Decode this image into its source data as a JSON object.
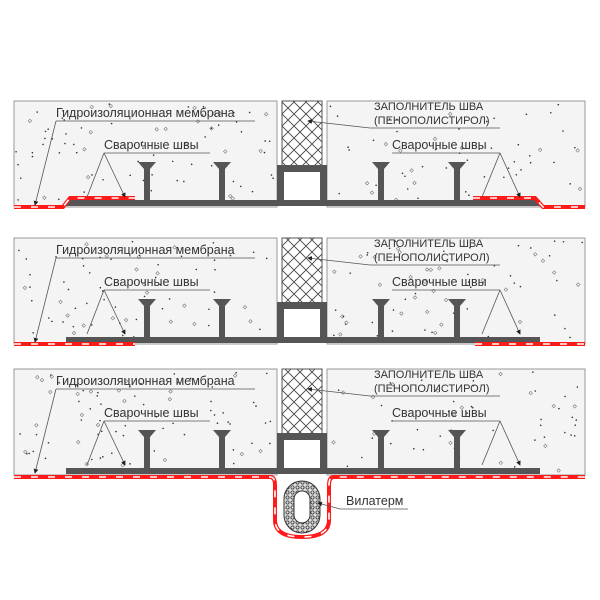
{
  "panels": [
    {
      "membrane": "Гидроизоляционная мембрана",
      "filler_line1": "ЗАПОЛНИТЕЛЬ ШВА",
      "filler_line2": "(ПЕНОПОЛИСТИРОЛ)",
      "welds_left": "Сварочные швы",
      "welds_right": "Сварочные швы",
      "variant": "overlap"
    },
    {
      "membrane": "Гидроизоляционная мембрана",
      "filler_line1": "ЗАПОЛНИТЕЛЬ ШВА",
      "filler_line2": "(ПЕНОПОЛИСТИРОЛ)",
      "welds_left": "Сварочные швы",
      "welds_right": "Сварочные швы",
      "variant": "flat"
    },
    {
      "membrane": "Гидроизоляционная мембрана",
      "filler_line1": "ЗАПОЛНИТЕЛЬ ШВА",
      "filler_line2": "(ПЕНОПОЛИСТИРОЛ)",
      "welds_left": "Сварочные швы",
      "welds_right": "Сварочные швы",
      "variant": "loop",
      "loop_label": "Вилатерм"
    }
  ],
  "colors": {
    "membrane": "#ff1a1a",
    "profile": "#555555",
    "concrete": "#f4f4f4",
    "foam": "#ffffff"
  }
}
